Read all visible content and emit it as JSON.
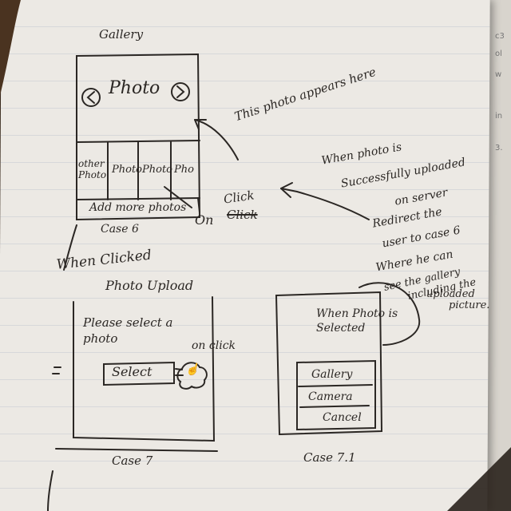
{
  "case6": {
    "gallery_title": "Gallery",
    "photo_label": "Photo",
    "thumbnails": [
      "other Photo",
      "Photo",
      "Photo",
      "Pho"
    ],
    "add_more_button": "Add more photos",
    "case_label": "Case 6"
  },
  "case7": {
    "heading": "Photo Upload",
    "prompt": "Please select a photo",
    "select_button": "Select",
    "on_click": "on click",
    "case_label": "Case 7"
  },
  "case71": {
    "when_selected": "When Photo is Selected",
    "menu": [
      "Gallery",
      "Camera",
      "Cancel"
    ],
    "case_label": "Case 7.1"
  },
  "notes": {
    "photo_appears": "This photo appears here",
    "on_click": "On",
    "click_word": "Click",
    "click_struck": "Click",
    "when_clicked": "When Clicked",
    "success_note": [
      "When photo is",
      "Successfully uploaded",
      "on server",
      "Redirect the",
      "user to case 6",
      "Where he can",
      "see the gallery",
      "including the",
      "uploaded",
      "picture."
    ]
  }
}
